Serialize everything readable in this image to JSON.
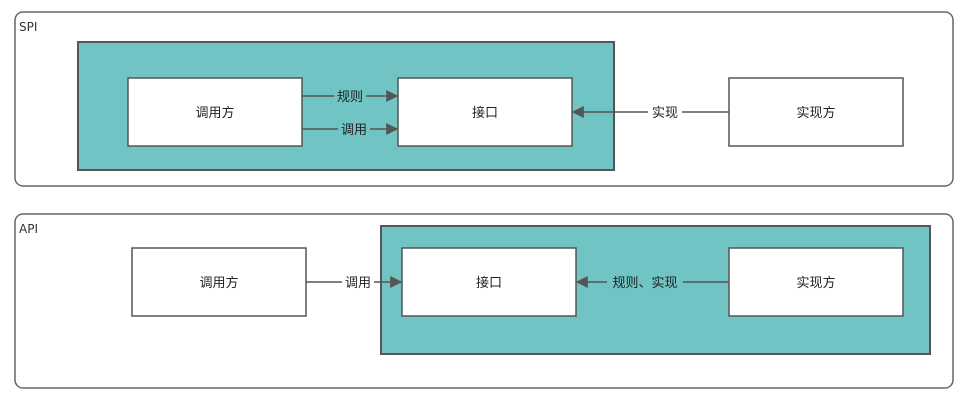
{
  "colors": {
    "container_fill": "#70C4C4",
    "container_stroke": "#555555",
    "panel_stroke": "#666666",
    "box_fill": "#FFFFFF",
    "arrow": "#555555"
  },
  "spi": {
    "label": "SPI",
    "caller": "调用方",
    "interface": "接口",
    "implementer": "实现方",
    "edge_rule": "规则",
    "edge_call": "调用",
    "edge_impl": "实现"
  },
  "api": {
    "label": "API",
    "caller": "调用方",
    "interface": "接口",
    "implementer": "实现方",
    "edge_call": "调用",
    "edge_rule_impl": "规则、实现"
  }
}
